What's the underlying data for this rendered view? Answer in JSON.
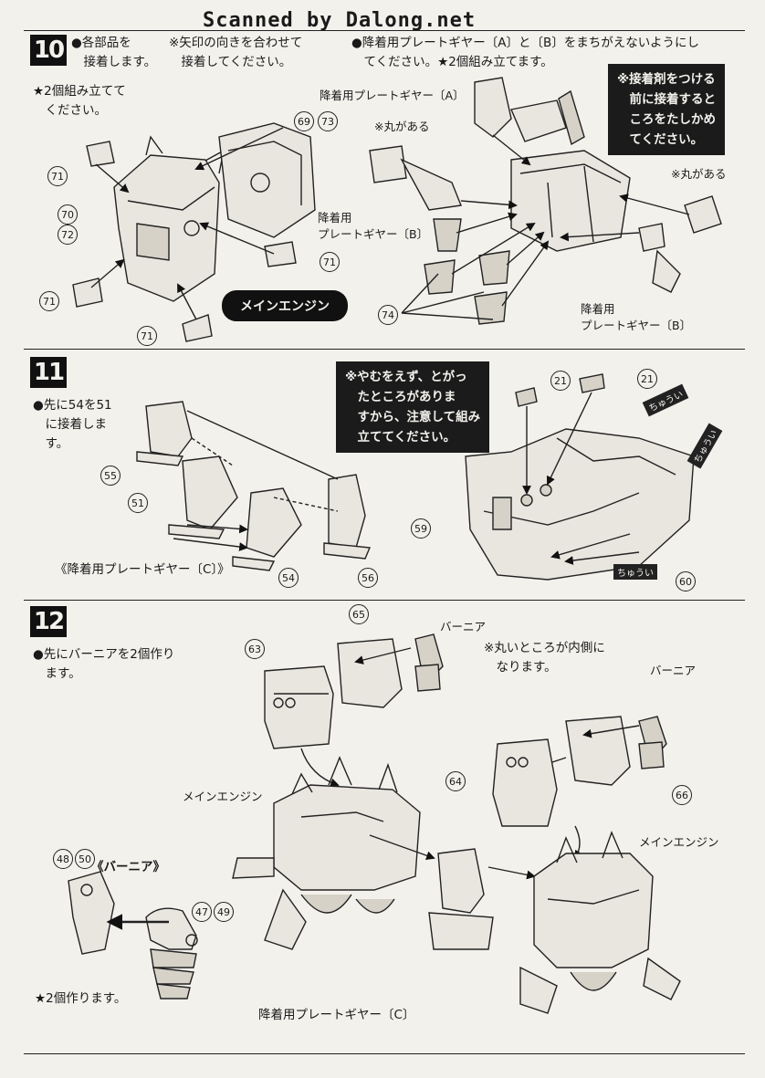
{
  "watermark": "Scanned by Dalong.net",
  "step10": {
    "number": "10",
    "instr_left": "●各部品を\n　接着します。",
    "instr_pair": "★2個組み立てて\n　ください。",
    "instr_arrow": "※矢印の向きを合わせて\n　接着してください。",
    "instr_right": "●降着用プレートギヤー〔A〕と〔B〕をまちがえないようにし\n　てください。★2個組み立てます。",
    "note": "※接着剤をつける\n　前に接着すると\n　ころをたしかめ\n　てください。",
    "engine_label": "メインエンジン",
    "label_gear_a": "降着用プレートギヤー〔A〕",
    "label_round1": "※丸がある",
    "label_round2": "※丸がある",
    "label_gear_b1": "降着用\nプレートギヤー〔B〕",
    "label_gear_b2": "降着用\nプレートギヤー〔B〕",
    "parts": [
      "69",
      "73",
      "71",
      "70",
      "72",
      "71",
      "71",
      "71",
      "74"
    ]
  },
  "step11": {
    "number": "11",
    "instr": "●先に54を51\n　に接着しま\n　す。",
    "note": "※やむをえず、とがっ\n　たところがありま\n　すから、注意して組み\n　立ててください。",
    "caption": "《降着用プレートギヤー〔C〕》",
    "caution": "ちゅうい",
    "parts": [
      "55",
      "51",
      "54",
      "56",
      "21",
      "21",
      "59",
      "60"
    ]
  },
  "step12": {
    "number": "12",
    "instr": "●先にバーニアを2個作り\n　ます。",
    "note_round": "※丸いところが内側に\n　なります。",
    "label_vernier1": "バーニア",
    "label_vernier2": "バーニア",
    "label_engine1": "メインエンジン",
    "label_engine2": "メインエンジン",
    "label_vernier_title": "《バーニア》",
    "label_make2": "★2個作ります。",
    "label_gear_c": "降着用プレートギヤー〔C〕",
    "parts": [
      "65",
      "63",
      "64",
      "66",
      "48",
      "50",
      "47",
      "49"
    ]
  }
}
